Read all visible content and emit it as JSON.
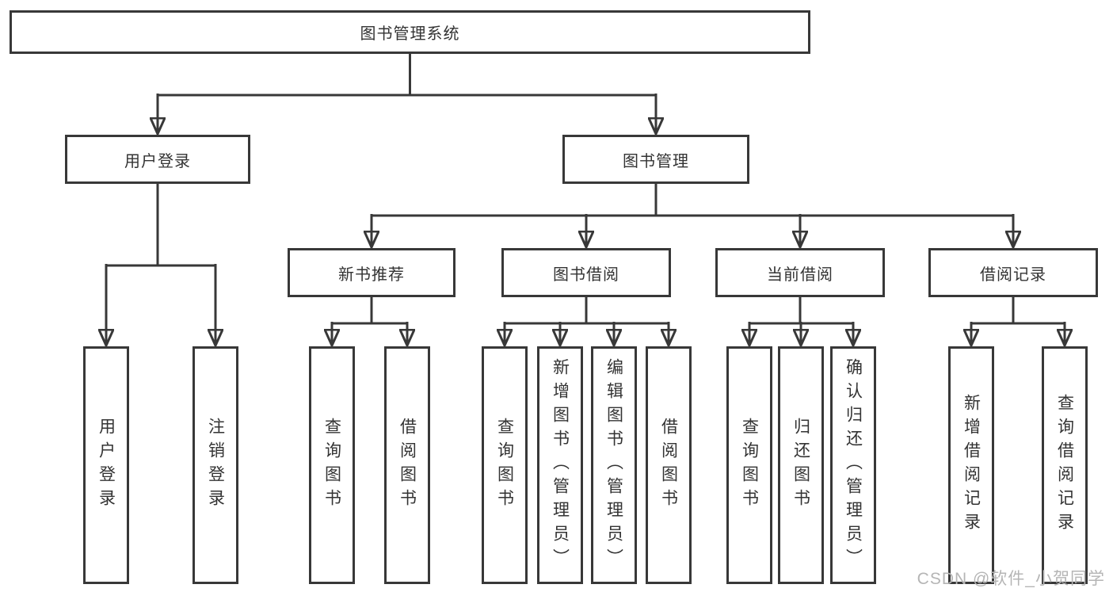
{
  "colors": {
    "line": "#383838",
    "text": "#333333",
    "box_background": "#ffffff",
    "watermark": "#b5b5b5"
  },
  "watermark": "CSDN @软件_小贺同学",
  "tree": {
    "root": "图书管理系统",
    "level2": [
      "用户登录",
      "图书管理"
    ],
    "level3": [
      "新书推荐",
      "图书借阅",
      "当前借阅",
      "借阅记录"
    ],
    "leaves": {
      "user_login": [
        "用户登录",
        "注销登录"
      ],
      "new_book_recommend": [
        "查询图书",
        "借阅图书"
      ],
      "book_borrow": [
        "查询图书",
        "新增图书（管理员）",
        "编辑图书（管理员）",
        "借阅图书"
      ],
      "current_borrow": [
        "查询图书",
        "归还图书",
        "确认归还（管理员）"
      ],
      "borrow_records": [
        "新增借阅记录",
        "查询借阅记录"
      ]
    }
  }
}
